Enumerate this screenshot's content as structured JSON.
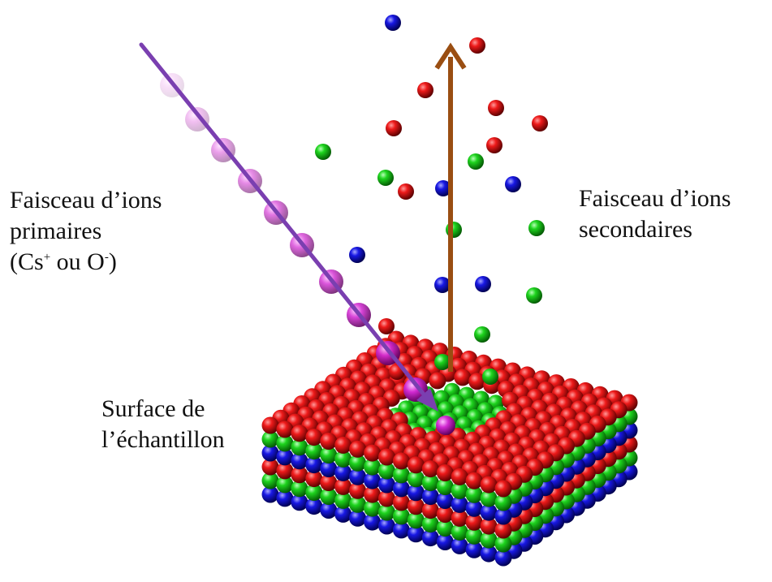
{
  "labels": {
    "primary_line1": "Faisceau d’ions",
    "primary_line2": "primaires",
    "primary_line3_open": "(Cs",
    "primary_cs_charge": "+",
    "primary_line3_mid": " ou O",
    "primary_o_charge": "-",
    "primary_line3_close": ")",
    "secondary_line1": "Faisceau d’ions",
    "secondary_line2": "secondaires",
    "surface_line1": "Surface de",
    "surface_line2": "l’échantillon"
  },
  "colors": {
    "red_atom": "#e01010",
    "green_atom": "#12c212",
    "blue_atom": "#1010d8",
    "primary_ion": "#c81ec8",
    "primary_beam_arrow": "#7a3fb0",
    "secondary_beam_arrow": "#9a4e12"
  },
  "sample": {
    "layer_order_top_to_bottom": [
      "red",
      "green",
      "blue",
      "red",
      "green",
      "blue"
    ]
  }
}
